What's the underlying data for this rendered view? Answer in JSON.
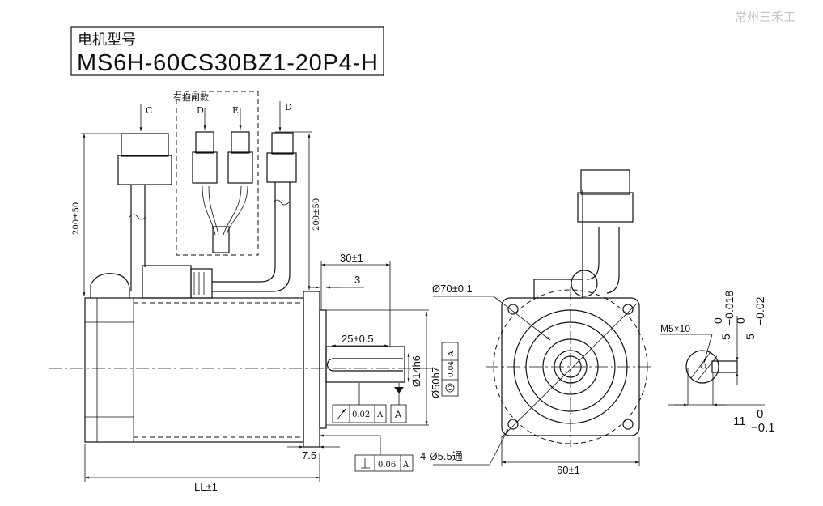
{
  "watermark": "常州三禾工",
  "title": {
    "label": "电机型号",
    "model": "MS6H-60CS30BZ1-20P4-H"
  },
  "connectors": {
    "brake_variant": "有抱闸款",
    "c": "C",
    "d1": "D",
    "e": "E",
    "d2": "D"
  },
  "dims": {
    "cable_left": "200±50",
    "cable_right": "200±50",
    "shaft_length": "30±1",
    "flange_thk": "3",
    "key_length": "25±0.5",
    "shaft_dia": "Ø14h6",
    "pilot_dia": "Ø50h7",
    "concentricity": "0.04",
    "runout": "0.02",
    "perpendicularity": "0.06",
    "datum": "A",
    "spigot": "7.5",
    "body_length": "LL±1",
    "pcd": "Ø70±0.1",
    "holes": "4-Ø5.5通",
    "square": "60±1",
    "thread": "M5×10",
    "key_w1": "5",
    "key_w1_tol_up": "0",
    "key_w1_tol_lo": "−0.018",
    "key_w2": "5",
    "key_w2_tol_up": "0",
    "key_w2_tol_lo": "−0.02",
    "key_h": "11",
    "key_h_tol_up": "0",
    "key_h_tol_lo": "−0.1"
  }
}
